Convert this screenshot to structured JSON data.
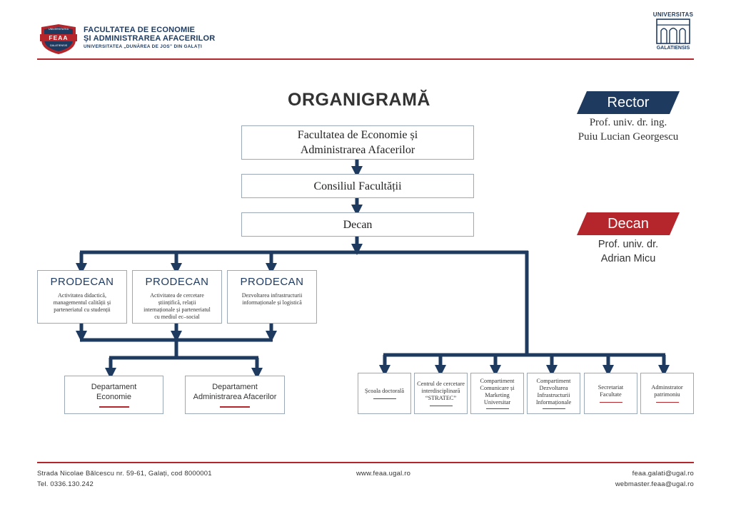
{
  "header": {
    "logo_badge_top": "UNIVERSITATEA",
    "logo_badge_text": "FEAA",
    "logo_badge_bottom": "GALATIENSIS",
    "faculty_line1": "FACULTATEA DE ECONOMIE",
    "faculty_line2": "ȘI ADMINISTRAREA AFACERILOR",
    "university_line": "UNIVERSITATEA „DUNĂREA DE JOS” DIN GALAȚI",
    "uni_logo_top": "UNIVERSITAS",
    "uni_logo_bottom": "GALATIENSIS"
  },
  "title": "ORGANIGRAMĂ",
  "rector": {
    "label": "Rector",
    "name_line1": "Prof. univ. dr. ing.",
    "name_line2": "Puiu Lucian Georgescu"
  },
  "decan_role": {
    "label": "Decan",
    "name_line1": "Prof. univ. dr.",
    "name_line2": "Adrian Micu"
  },
  "org": {
    "faculty_line1": "Facultatea de Economie și",
    "faculty_line2": "Administrarea Afacerilor",
    "council": "Consiliul Facultății",
    "dean": "Decan",
    "prodeans": [
      {
        "title": "PRODECAN",
        "desc_lines": [
          "Activitatea didactică,",
          "managementul calității și",
          "parteneriatul cu studenții"
        ]
      },
      {
        "title": "PRODECAN",
        "desc_lines": [
          "Activitatea de cercetare",
          "științifică, relații",
          "internaționale și parteneriatul",
          "cu mediul ec–social"
        ]
      },
      {
        "title": "PRODECAN",
        "desc_lines": [
          "Dezvoltarea infrastructurii",
          "informaționale și logistică"
        ]
      }
    ],
    "departments": [
      {
        "lines": [
          "Departament",
          "Economie"
        ]
      },
      {
        "lines": [
          "Departament",
          "Administrarea Afacerilor"
        ]
      }
    ],
    "units": [
      {
        "lines": [
          "Școala doctorală"
        ]
      },
      {
        "lines": [
          "Centrul de cercetare",
          "interdisciplinară",
          "“STRATEC”"
        ]
      },
      {
        "lines": [
          "Compartiment",
          "Comunicare și",
          "Marketing",
          "Universitar"
        ]
      },
      {
        "lines": [
          "Compartiment",
          "Dezvoltarea",
          "Infrastructurii",
          "Informaționale"
        ]
      },
      {
        "lines": [
          "Secretariat",
          "Facultate"
        ]
      },
      {
        "lines": [
          "Adminstrator",
          "patrimoniu"
        ]
      }
    ]
  },
  "footer": {
    "address": "Strada Nicolae Bălcescu nr. 59-61, Galați, cod 8000001",
    "phone": "Tel. 0336.130.242",
    "website": "www.feaa.ugal.ro",
    "email1": "feaa.galati@ugal.ro",
    "email2": "webmaster.feaa@ugal.ro"
  },
  "colors": {
    "navy": "#1e3a5f",
    "red": "#b5262c"
  }
}
